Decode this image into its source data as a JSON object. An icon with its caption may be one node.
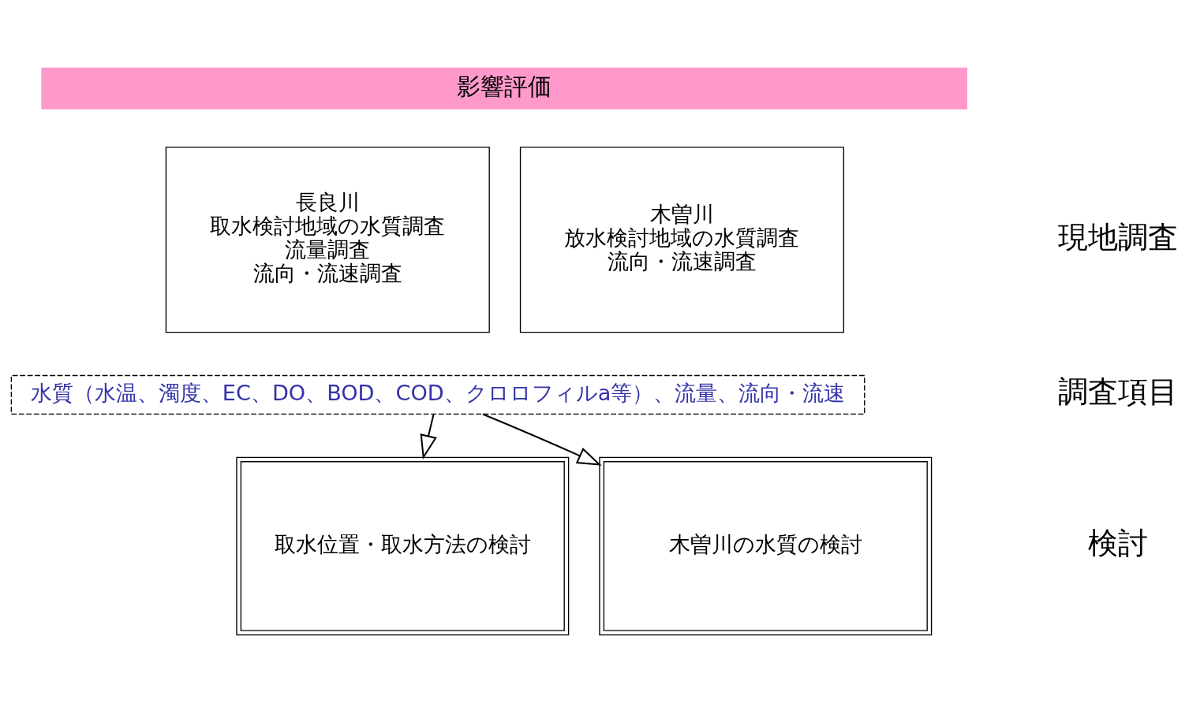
{
  "diagram": {
    "nodes": [
      {
        "text": [
          "影響評価"
        ]
      },
      {
        "text": [
          "長良川",
          "取水検討地域の水質調査",
          "流量調査",
          "流向・流速調査"
        ]
      },
      {
        "text": [
          "木曽川",
          "放水検討地域の水質調査",
          "流向・流速調査"
        ]
      },
      {
        "text": [
          "水質（水温、濁度、EC、DO、BOD、COD、クロロフィルa等）、流量、流向・流速"
        ]
      },
      {
        "text": [
          "取水位置・取水方法の検討"
        ]
      },
      {
        "text": [
          "木曽川の水質の検討"
        ]
      }
    ],
    "edges": [
      {
        "from": 3,
        "to": 4,
        "arrow": "to"
      },
      {
        "from": 3,
        "to": 5,
        "arrow": "to"
      }
    ],
    "labels": [
      "現地調査",
      "調査項目",
      "検討"
    ]
  }
}
